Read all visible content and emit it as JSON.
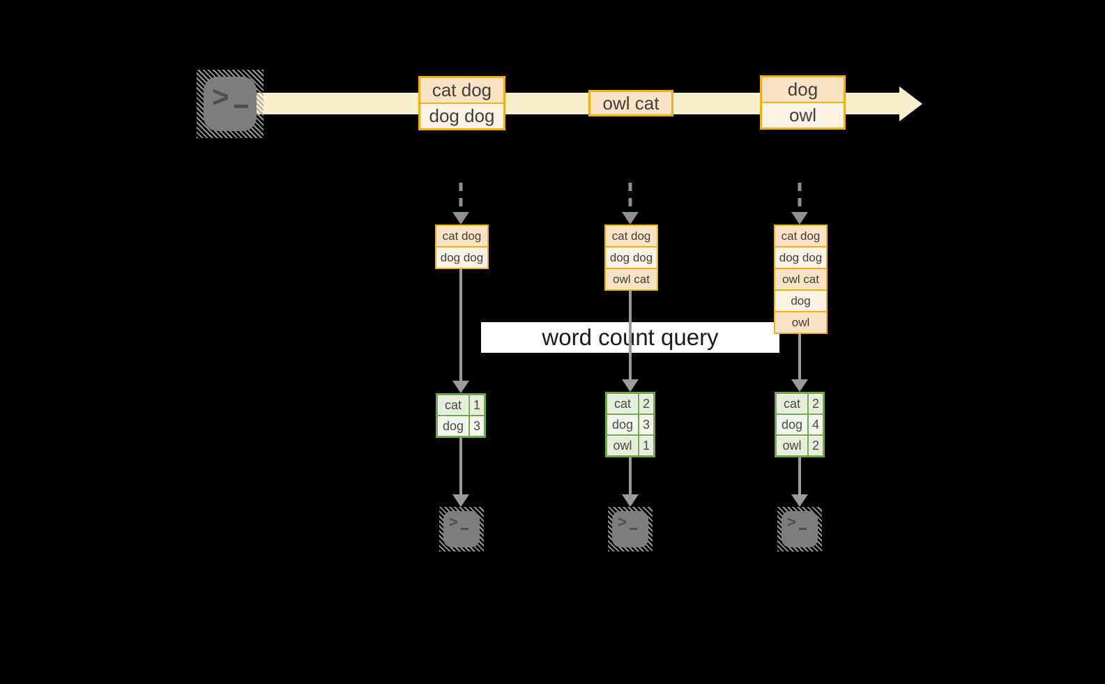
{
  "banner": {
    "label": "word count query"
  },
  "stream": {
    "source_icon": "terminal-icon",
    "batches": [
      {
        "records": [
          "cat dog",
          "dog dog"
        ]
      },
      {
        "records": [
          "owl cat"
        ]
      },
      {
        "records": [
          "dog",
          "owl"
        ]
      }
    ]
  },
  "columns": [
    {
      "buffer": [
        "cat dog",
        "dog dog"
      ],
      "counts": [
        {
          "word": "cat",
          "count": 1
        },
        {
          "word": "dog",
          "count": 3
        }
      ],
      "sink_icon": "terminal-icon"
    },
    {
      "buffer": [
        "cat dog",
        "dog dog",
        "owl cat"
      ],
      "counts": [
        {
          "word": "cat",
          "count": 2
        },
        {
          "word": "dog",
          "count": 3
        },
        {
          "word": "owl",
          "count": 1
        }
      ],
      "sink_icon": "terminal-icon"
    },
    {
      "buffer": [
        "cat dog",
        "dog dog",
        "owl cat",
        "dog",
        "owl"
      ],
      "counts": [
        {
          "word": "cat",
          "count": 2
        },
        {
          "word": "dog",
          "count": 4
        },
        {
          "word": "owl",
          "count": 2
        }
      ],
      "sink_icon": "terminal-icon"
    }
  ],
  "icons": {
    "prompt_gt": ">"
  },
  "colors": {
    "background": "#000000",
    "stream_band": "#FAF0CF",
    "record_border": "#F0B012",
    "record_fill_dark": "#FAE3C5",
    "record_fill_light": "#FDF3E4",
    "table_border": "#6FAA45",
    "table_fill_dark": "#E4EEDB",
    "table_fill_light": "#F1F6EC",
    "arrow_gray": "#9B9B9B",
    "terminal_gray": "#7D7D7D",
    "banner_bg": "#FFFFFF"
  }
}
